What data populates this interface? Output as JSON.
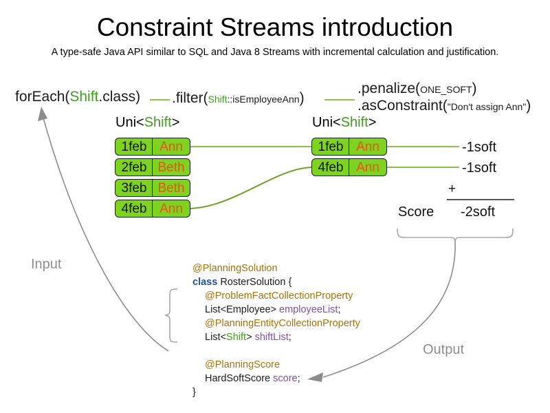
{
  "header": {
    "title": "Constraint Streams introduction",
    "subtitle": "A type-safe Java API similar to SQL and Java 8 Streams with incremental calculation and justification."
  },
  "pipeline": {
    "for_each": {
      "prefix": "forEach(",
      "type": "Shift",
      "suffix": ".class)"
    },
    "filter": {
      "prefix": ".filter(",
      "type": "Shift",
      "method": "::isEmployeeAnn",
      "suffix": ")"
    },
    "penalize": {
      "prefix": ".penalize(",
      "arg": "ONE_SOFT",
      "suffix": ")"
    },
    "as_constraint": {
      "prefix": ".asConstraint(",
      "arg": "\"Don't assign Ann\"",
      "suffix": ")"
    }
  },
  "streams": {
    "left": {
      "label_prefix": "Uni<",
      "label_type": "Shift",
      "label_suffix": ">",
      "rows": [
        {
          "date": "1feb",
          "employee": "Ann"
        },
        {
          "date": "2feb",
          "employee": "Beth"
        },
        {
          "date": "3feb",
          "employee": "Beth"
        },
        {
          "date": "4feb",
          "employee": "Ann"
        }
      ]
    },
    "right": {
      "label_prefix": "Uni<",
      "label_type": "Shift",
      "label_suffix": ">",
      "rows": [
        {
          "date": "1feb",
          "employee": "Ann"
        },
        {
          "date": "4feb",
          "employee": "Ann"
        }
      ]
    }
  },
  "score": {
    "penalties": [
      "-1soft",
      "-1soft"
    ],
    "operator": "+",
    "label": "Score",
    "total": "-2soft"
  },
  "captions": {
    "input": "Input",
    "output": "Output"
  },
  "code": {
    "lines": [
      {
        "indent": 1,
        "segments": [
          {
            "text": "@PlanningSolution",
            "style": "ann"
          }
        ]
      },
      {
        "indent": 1,
        "segments": [
          {
            "text": "class",
            "style": "kw"
          },
          {
            "text": " RosterSolution {",
            "style": "plain"
          }
        ]
      },
      {
        "indent": 2,
        "segments": [
          {
            "text": "@ProblemFactCollectionProperty",
            "style": "ann"
          }
        ]
      },
      {
        "indent": 2,
        "segments": [
          {
            "text": "List<Employee> ",
            "style": "plain"
          },
          {
            "text": "employeeList",
            "style": "fld"
          },
          {
            "text": ";",
            "style": "plain"
          }
        ]
      },
      {
        "indent": 2,
        "segments": [
          {
            "text": "@PlanningEntityCollectionProperty",
            "style": "ann"
          }
        ]
      },
      {
        "indent": 2,
        "segments": [
          {
            "text": "List<",
            "style": "plain"
          },
          {
            "text": "Shift",
            "style": "type-green"
          },
          {
            "text": "> ",
            "style": "plain"
          },
          {
            "text": "shiftList",
            "style": "fld"
          },
          {
            "text": ";",
            "style": "plain"
          }
        ]
      },
      {
        "indent": 0,
        "segments": []
      },
      {
        "indent": 2,
        "segments": [
          {
            "text": "@PlanningScore",
            "style": "ann"
          }
        ]
      },
      {
        "indent": 2,
        "segments": [
          {
            "text": "HardSoftScore ",
            "style": "plain"
          },
          {
            "text": "score",
            "style": "fld"
          },
          {
            "text": ";",
            "style": "plain"
          }
        ]
      },
      {
        "indent": 1,
        "segments": [
          {
            "text": "}",
            "style": "plain"
          }
        ]
      }
    ]
  },
  "colors": {
    "stream_green": "#7ed321",
    "line_green": "#8bc34a",
    "type_green": "#3f9c1c",
    "employee_orange": "#e8541a",
    "annotation_gold": "#a8720a",
    "keyword_blue": "#1d4f9e",
    "field_purple": "#7b4fa8",
    "caption_gray": "#8d8d8d",
    "arrow_gray": "#8c8c8c"
  }
}
